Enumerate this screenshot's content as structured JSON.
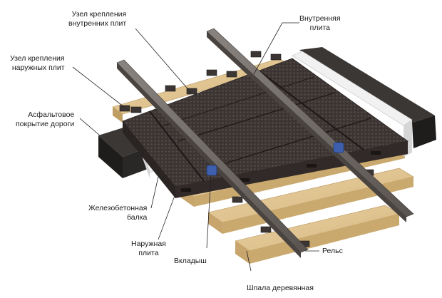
{
  "labels": {
    "inner_fastening": [
      "Узел крепления",
      "внутренних плит"
    ],
    "inner_slab": [
      "Внутренняя",
      "плита"
    ],
    "outer_fastening": [
      "Узел крепления",
      "наружных плит"
    ],
    "asphalt": [
      "Асфальтовое",
      "покрытие дороги"
    ],
    "concrete_beam": [
      "Железобетонная",
      "балка"
    ],
    "outer_slab": [
      "Наружная",
      "плита"
    ],
    "insert": "Вкладыш",
    "rail": "Рельс",
    "sleeper": "Шпала деревянная"
  },
  "colors": {
    "slab": "#3d3634",
    "rail": "#66605c",
    "wood": "#dcc08e",
    "asphalt": "#2a2827",
    "insert": "#3d5fae",
    "beam": "#e4e4e4"
  }
}
